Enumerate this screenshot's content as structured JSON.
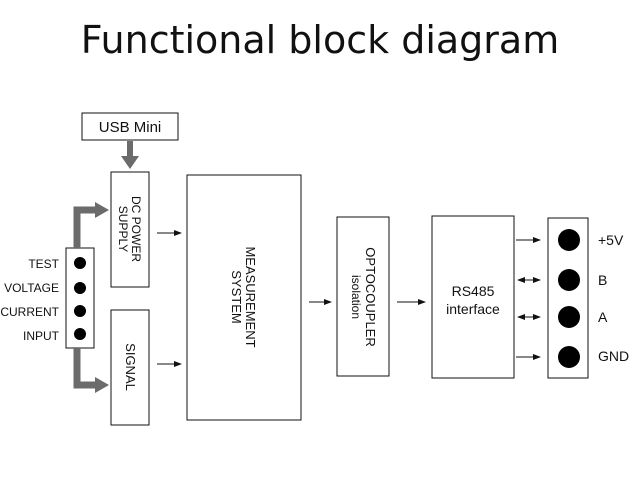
{
  "title": "Functional block diagram",
  "blocks": {
    "usb_mini": "USB Mini",
    "dc_power_supply": [
      "DC POWER",
      "SUPPLY"
    ],
    "signal": "SIGNAL",
    "measurement_system": [
      "MEASUREMENT",
      "SYSTEM"
    ],
    "optocoupler": [
      "OPTOCOUPLER",
      "isolation"
    ],
    "rs485": [
      "RS485",
      "interface"
    ]
  },
  "input_pins": [
    "TEST",
    "VOLTAGE",
    "CURRENT",
    "INPUT"
  ],
  "output_pins": [
    "+5V",
    "B",
    "A",
    "GND"
  ],
  "colors": {
    "line": "#111111",
    "thick_arrow": "#6b6b6b",
    "pin": "#000000"
  }
}
